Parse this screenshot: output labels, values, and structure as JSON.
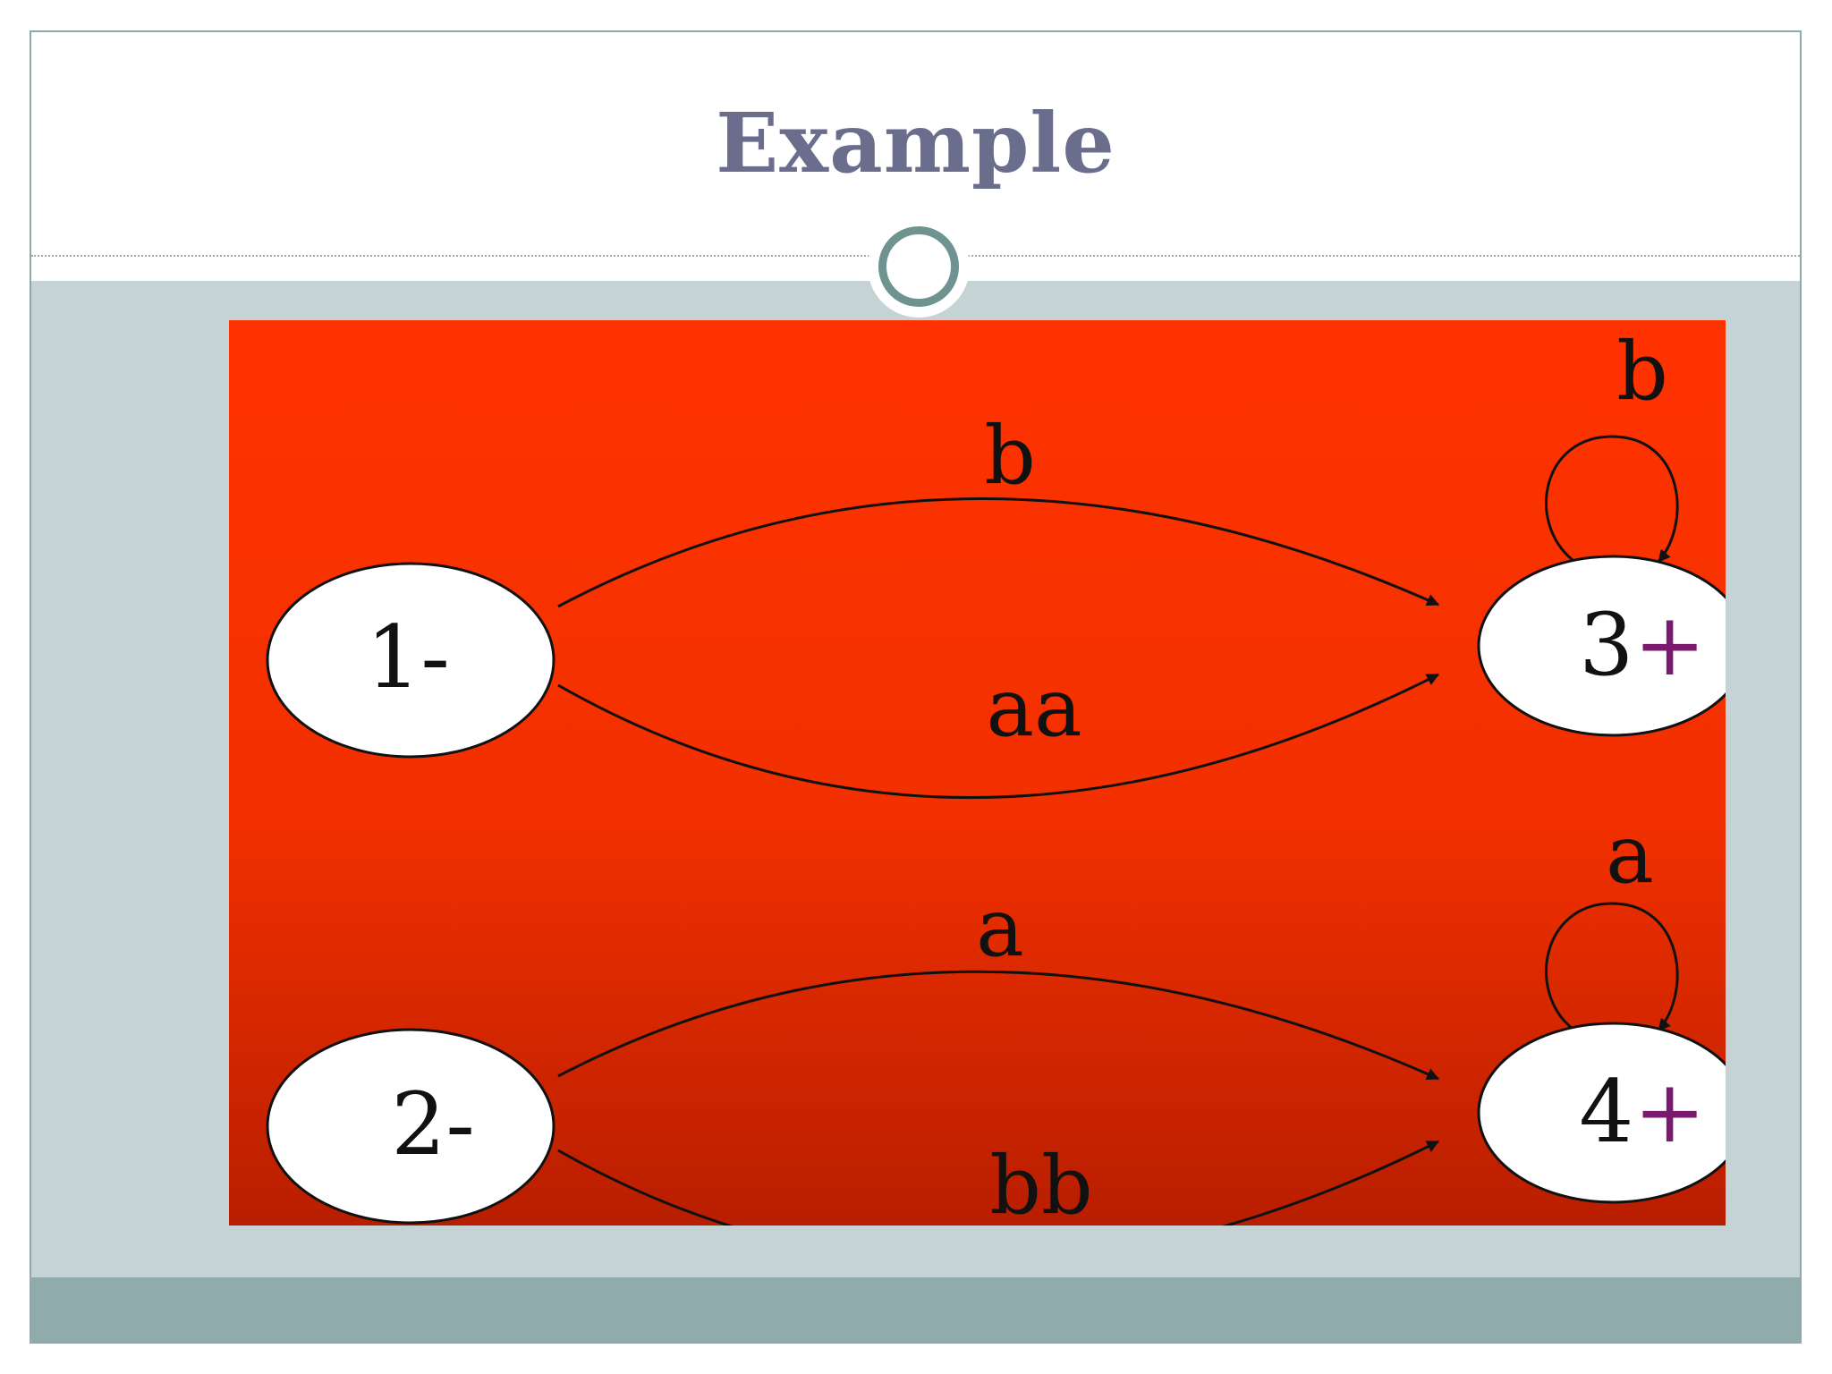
{
  "slide": {
    "title": "Example"
  },
  "diagram": {
    "background_gradient": [
      "#ff3300",
      "#b81e00"
    ],
    "states": [
      {
        "id": "s1",
        "number": "1",
        "marker": "-"
      },
      {
        "id": "s2",
        "number": "2",
        "marker": "-"
      },
      {
        "id": "s3",
        "number": "3",
        "marker": "+"
      },
      {
        "id": "s4",
        "number": "4",
        "marker": "+"
      }
    ],
    "transitions": [
      {
        "from": "s1",
        "to": "s3",
        "label": "b"
      },
      {
        "from": "s1",
        "to": "s3",
        "label": "aa"
      },
      {
        "from": "s3",
        "to": "s3",
        "label": "b"
      },
      {
        "from": "s2",
        "to": "s4",
        "label": "a"
      },
      {
        "from": "s2",
        "to": "s4",
        "label": "bb"
      },
      {
        "from": "s4",
        "to": "s4",
        "label": "a"
      }
    ]
  }
}
